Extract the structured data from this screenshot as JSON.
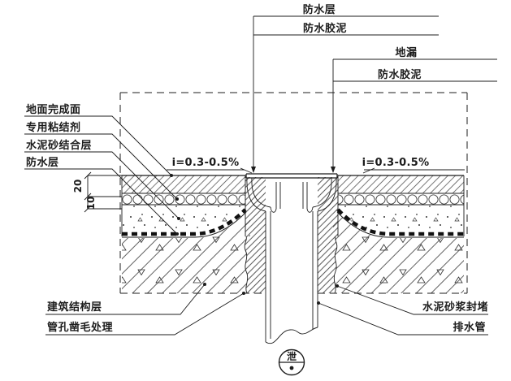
{
  "drawing": {
    "type": "construction-detail-floor-drain-waterproofing",
    "colors": {
      "ink": "#1c1c1c",
      "background": "#ffffff"
    },
    "callouts_top_left": [
      "防水层",
      "防水胶泥"
    ],
    "callouts_top_right": [
      "地漏",
      "防水胶泥"
    ],
    "callouts_left": [
      "地面完成面",
      "专用粘结剂",
      "水泥砂结合层",
      "防水层"
    ],
    "callouts_bottom_left": [
      "建筑结构层",
      "管孔凿毛处理"
    ],
    "callouts_bottom_right": [
      "水泥砂浆封堵",
      "排水管"
    ],
    "slope_left": "i=0.3-0.5%",
    "slope_right": "i=0.3-0.5%",
    "dimensions": {
      "finish_layer": "20",
      "bonding_layer": "10"
    },
    "detail_mark": {
      "symbol": "泄"
    }
  }
}
